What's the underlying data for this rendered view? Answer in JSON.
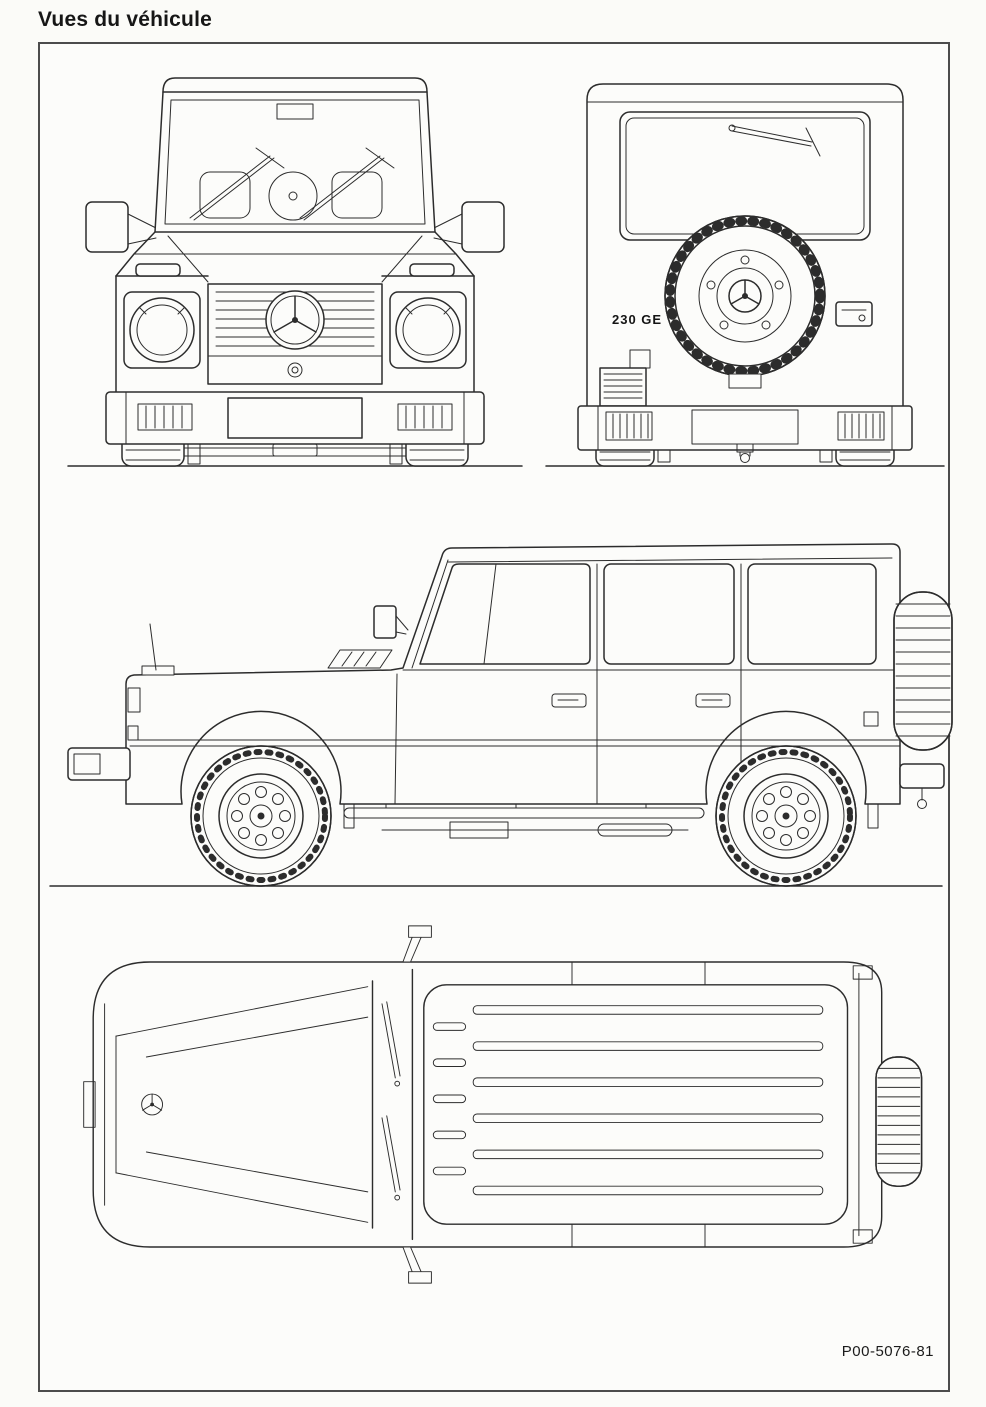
{
  "page": {
    "title": "Vues du véhicule",
    "reference_code": "P00-5076-81"
  },
  "rear_view": {
    "model_badge": "230 GE"
  }
}
